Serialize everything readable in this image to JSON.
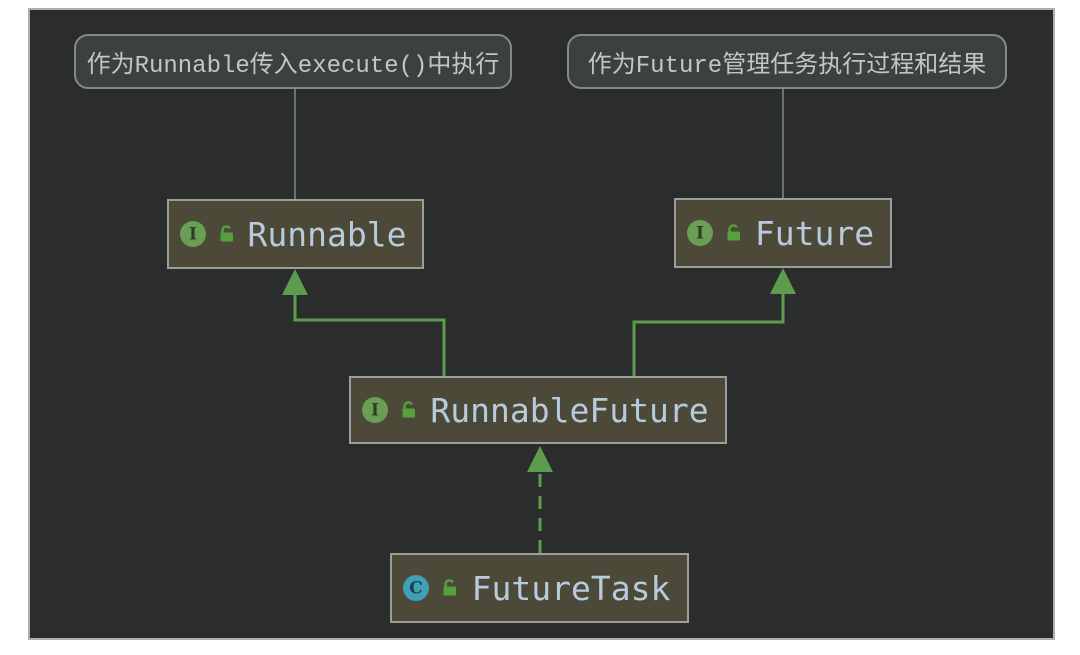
{
  "diagram": {
    "kind": "uml-class-diagram",
    "notes": [
      {
        "text": "作为Runnable传入execute()中执行",
        "attached_to": "Runnable"
      },
      {
        "text": "作为Future管理任务执行过程和结果",
        "attached_to": "Future"
      }
    ],
    "nodes": [
      {
        "label": "Runnable",
        "kind": "interface",
        "icons": [
          "interface-icon",
          "lock-icon"
        ]
      },
      {
        "label": "Future",
        "kind": "interface",
        "icons": [
          "interface-icon",
          "lock-icon"
        ]
      },
      {
        "label": "RunnableFuture",
        "kind": "interface",
        "icons": [
          "interface-icon",
          "lock-icon"
        ]
      },
      {
        "label": "FutureTask",
        "kind": "class",
        "icons": [
          "class-icon",
          "lock-icon"
        ]
      }
    ],
    "edges": [
      {
        "from": "RunnableFuture",
        "to": "Runnable",
        "type": "extends",
        "style": "solid"
      },
      {
        "from": "RunnableFuture",
        "to": "Future",
        "type": "extends",
        "style": "solid"
      },
      {
        "from": "FutureTask",
        "to": "RunnableFuture",
        "type": "implements",
        "style": "dashed"
      }
    ],
    "icon_letters": {
      "interface": "I",
      "class": "C"
    }
  },
  "colors": {
    "page_background": "#ffffff",
    "panel_background": "#2b2c2c",
    "panel_border": "#aeb0af",
    "node_fill": "#4c4939",
    "node_border": "#9d9d9c",
    "node_text": "#b7cbdd",
    "edge_green": "#5d9c4f",
    "note_fill": "#3c4041",
    "note_border": "#85898a",
    "note_text": "#c3c5c6",
    "note_connector_gray": "#6c7173",
    "interface_icon_green": "#699e54",
    "class_icon_teal": "#3f9fb5",
    "lock_icon_green": "#55a13a"
  }
}
